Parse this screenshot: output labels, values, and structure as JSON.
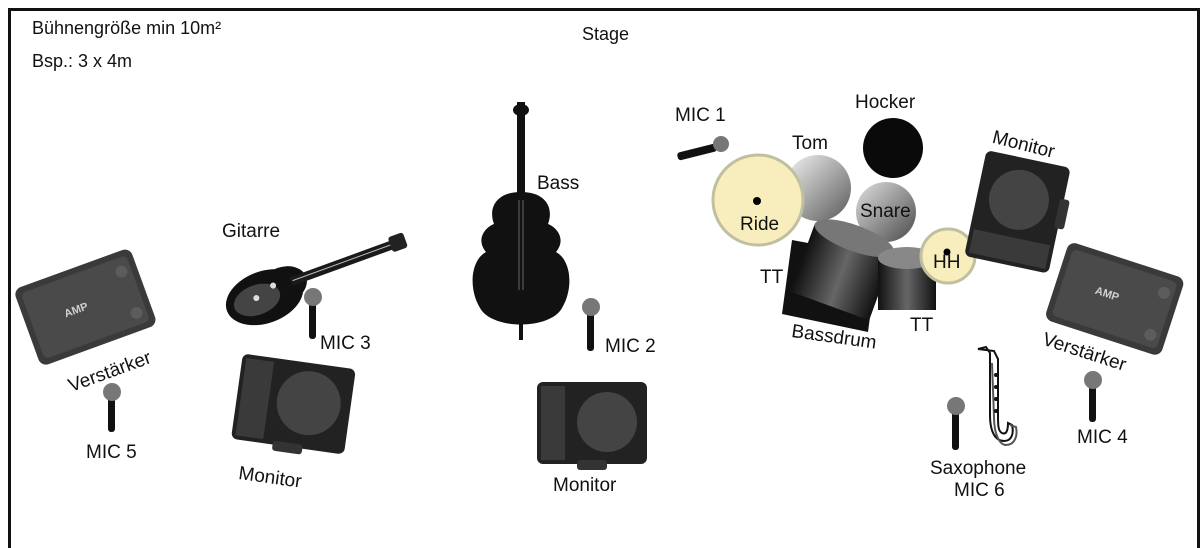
{
  "header": {
    "stage_size": "Bühnengröße min 10m²",
    "example": "Bsp.: 3 x 4m",
    "stage": "Stage"
  },
  "labels": {
    "gitarre": "Gitarre",
    "bass": "Bass",
    "mic1": "MIC 1",
    "mic2": "MIC 2",
    "mic3": "MIC 3",
    "mic4": "MIC 4",
    "mic5": "MIC 5",
    "saxophone": "Saxophone",
    "mic6": "MIC 6",
    "tom": "Tom",
    "hocker": "Hocker",
    "ride": "Ride",
    "snare": "Snare",
    "hh": "HH",
    "tt_left": "TT",
    "tt_right": "TT",
    "bassdrum": "Bassdrum",
    "monitor_left": "Monitor",
    "monitor_center": "Monitor",
    "monitor_right": "Monitor",
    "verstaerker_left": "Verstärker",
    "verstaerker_right": "Verstärker",
    "amp_left": "AMP",
    "amp_right": "AMP"
  }
}
